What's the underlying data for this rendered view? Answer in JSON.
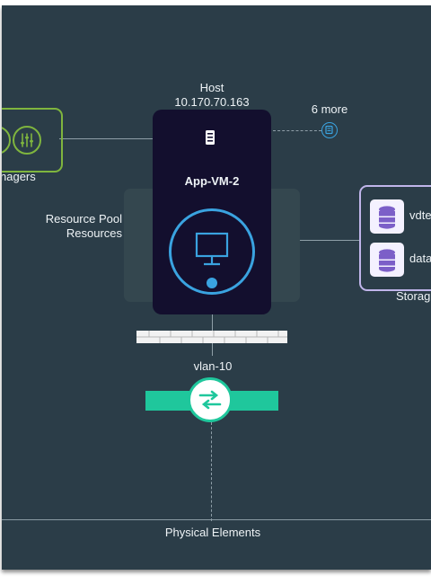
{
  "host": {
    "title": "Host",
    "ip": "10.170.70.163"
  },
  "vm": {
    "name": "App-VM-2"
  },
  "resource_pool": {
    "line1": "Resource Pool",
    "line2": "Resources"
  },
  "managers": {
    "label": "nagers"
  },
  "more": {
    "label": "6 more"
  },
  "storage": {
    "label": "Storag",
    "items": [
      "vdte",
      "data"
    ]
  },
  "network": {
    "label": "vlan-10"
  },
  "footer": {
    "label": "Physical Elements"
  },
  "colors": {
    "background": "#2b3d48",
    "host_card": "#130f2e",
    "vm_accent": "#3aa3e0",
    "managers_border": "#7fb53e",
    "storage_border": "#c0b5ea",
    "switch": "#1fc79c"
  }
}
